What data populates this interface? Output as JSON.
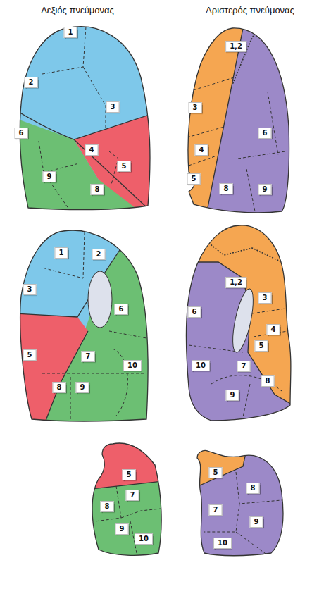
{
  "diagram": {
    "labels": [
      "Δεξιός πνεύμονας",
      "Αριστερός πνεύμονας",
      "1",
      "2",
      "3",
      "6",
      "4",
      "5",
      "9",
      "8",
      "1,2",
      "3",
      "6",
      "4",
      "5",
      "8",
      "9",
      "1",
      "2",
      "3",
      "6",
      "5",
      "7",
      "10",
      "8",
      "9",
      "1,2",
      "3",
      "6",
      "4",
      "5",
      "10",
      "7",
      "9",
      "8",
      "5",
      "8",
      "7",
      "9",
      "10",
      "5",
      "8",
      "7",
      "9",
      "10"
    ]
  }
}
